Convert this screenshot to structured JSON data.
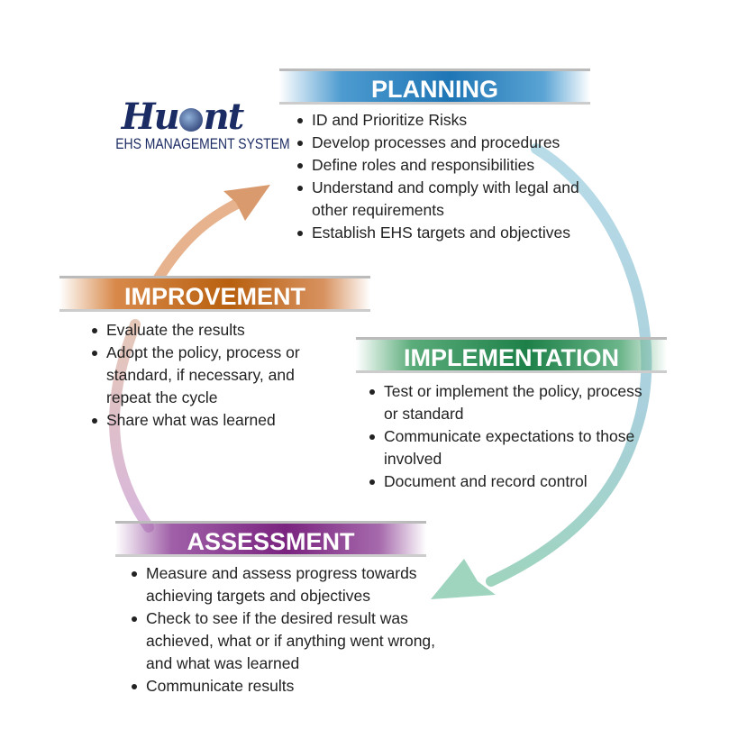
{
  "logo": {
    "brand": "Hunt",
    "subtitle": "EHS MANAGEMENT SYSTEM"
  },
  "phases": {
    "planning": {
      "title": "PLANNING",
      "items": [
        "ID and Prioritize Risks",
        "Develop processes and procedures",
        "Define roles and responsibilities",
        "Understand and comply with legal and other requirements",
        "Establish EHS targets and objectives"
      ]
    },
    "improvement": {
      "title": "IMPROVEMENT",
      "items": [
        "Evaluate the results",
        "Adopt the policy, process or standard, if necessary, and repeat the cycle",
        "Share what was learned"
      ]
    },
    "implementation": {
      "title": "IMPLEMENTATION",
      "items": [
        "Test or implement the policy, process or standard",
        "Communicate expectations to those involved",
        "Document and record control"
      ]
    },
    "assessment": {
      "title": "ASSESSMENT",
      "items": [
        "Measure and assess progress towards achieving targets and objectives",
        "Check to see if the desired result was achieved, what or if anything went wrong, and what was learned",
        "Communicate results"
      ]
    }
  },
  "colors": {
    "planning": "#1f76b5",
    "improvement": "#b8600f",
    "implementation": "#1d8048",
    "assessment": "#7a237f",
    "logo": "#1b2b63"
  }
}
